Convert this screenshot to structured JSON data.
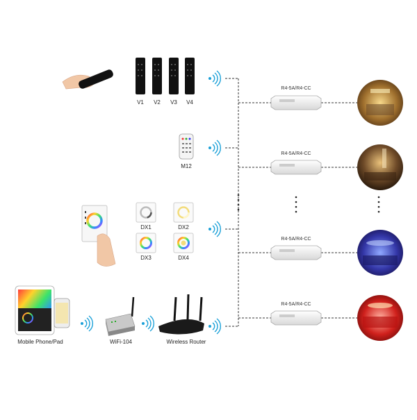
{
  "remotes": {
    "v_series": [
      "V1",
      "V2",
      "V3",
      "V4"
    ],
    "m_series": "M12",
    "dx_series": [
      "DX1",
      "DX2",
      "DX3",
      "DX4"
    ]
  },
  "controller_label": "R4-5A/R4-CC",
  "devices": {
    "mobile": "Mobile Phone/Pad",
    "wifi": "WiFi-104",
    "router": "Wireless Router"
  },
  "colors": {
    "wifi_signal": "#1aa0d8",
    "line": "#333333"
  }
}
